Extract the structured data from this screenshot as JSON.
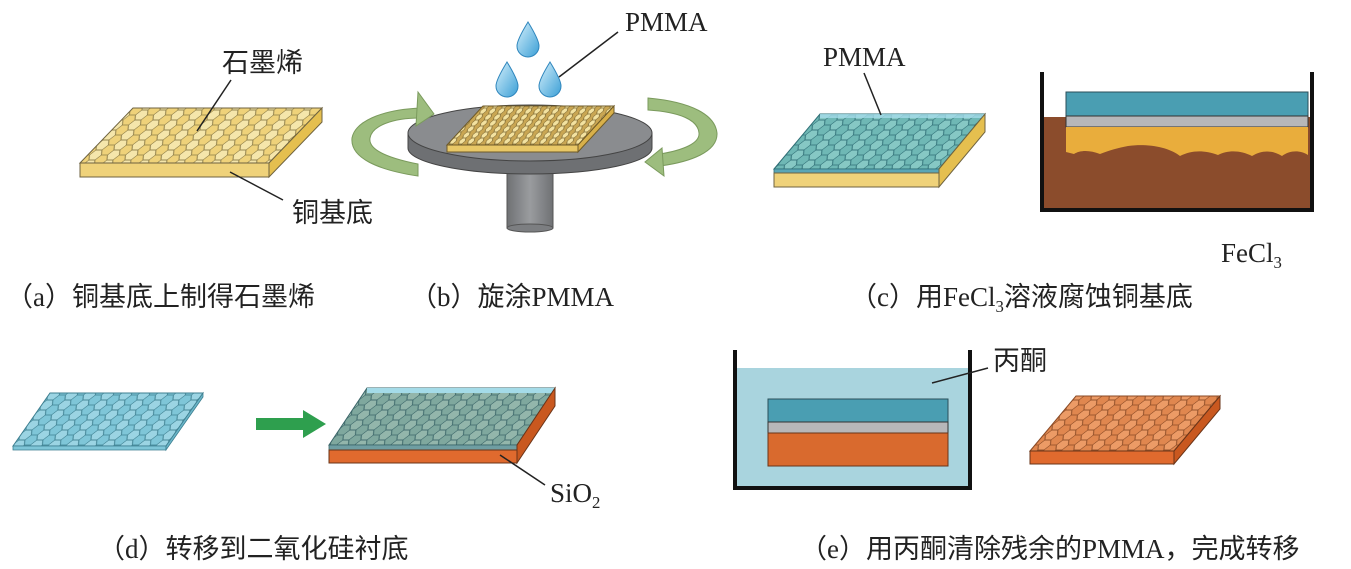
{
  "colors": {
    "copper": "#efd27a",
    "copper_side": "#e8c760",
    "graphene_cell": "#f1e3a6",
    "pmma": "#8fcfe0",
    "pmma_dark": "#4a9eb2",
    "sio2": "#e06a2e",
    "sio2_side": "#c9581f",
    "fecl3": "#8b4c2c",
    "copper_block": "#e9ad3c",
    "gray_layer": "#b7b7b9",
    "acetone": "#a9d4de",
    "arrow_green": "#9dbd7e",
    "transfer_arrow": "#2e9f4e",
    "spin_plate": "#8a8c8f"
  },
  "panels": {
    "a": {
      "labels": {
        "graphene": "石墨烯",
        "copper_substrate": "铜基底"
      },
      "caption": {
        "prefix": "（a）",
        "text": "铜基底上制得石墨烯"
      }
    },
    "b": {
      "labels": {
        "pmma": "PMMA"
      },
      "caption": {
        "prefix": "（b）",
        "text": "旋涂PMMA"
      }
    },
    "c": {
      "labels": {
        "pmma": "PMMA",
        "fecl3_base": "FeCl",
        "fecl3_sub": "3"
      },
      "caption": {
        "prefix": "（c）",
        "pre": "用FeCl",
        "sub": "3",
        "post": "溶液腐蚀铜基底"
      }
    },
    "d": {
      "labels": {
        "sio2_base": "SiO",
        "sio2_sub": "2"
      },
      "caption": {
        "prefix": "（d）",
        "text": "转移到二氧化硅衬底"
      }
    },
    "e": {
      "labels": {
        "acetone": "丙酮"
      },
      "caption": {
        "prefix": "（e）",
        "text": "用丙酮清除残余的PMMA，完成转移"
      }
    }
  }
}
